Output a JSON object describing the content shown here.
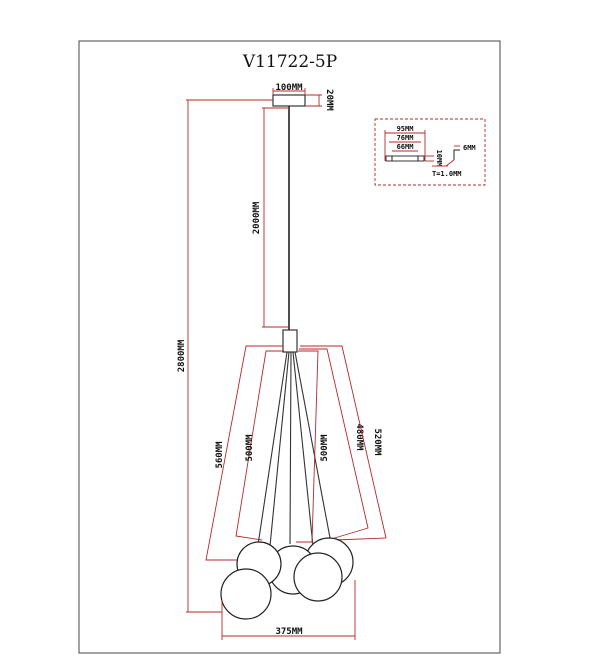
{
  "title": "V11722-5P",
  "dimensions": {
    "canopy_width": "100MM",
    "canopy_height": "20MM",
    "rod_length": "2000MM",
    "total_height": "2800MM",
    "cord_560": "560MM",
    "cord_500_left": "500MM",
    "cord_500_right": "500MM",
    "cord_480": "480MM",
    "cord_520": "520MM",
    "cluster_width": "375MM"
  },
  "detail": {
    "w95": "95MM",
    "w76": "76MM",
    "w66": "66MM",
    "h10": "10MM",
    "h6": "6MM",
    "thickness": "T=1.0MM"
  },
  "colors": {
    "dimension_line": "#b52a2a",
    "outline": "#222222",
    "border": "#444444"
  }
}
